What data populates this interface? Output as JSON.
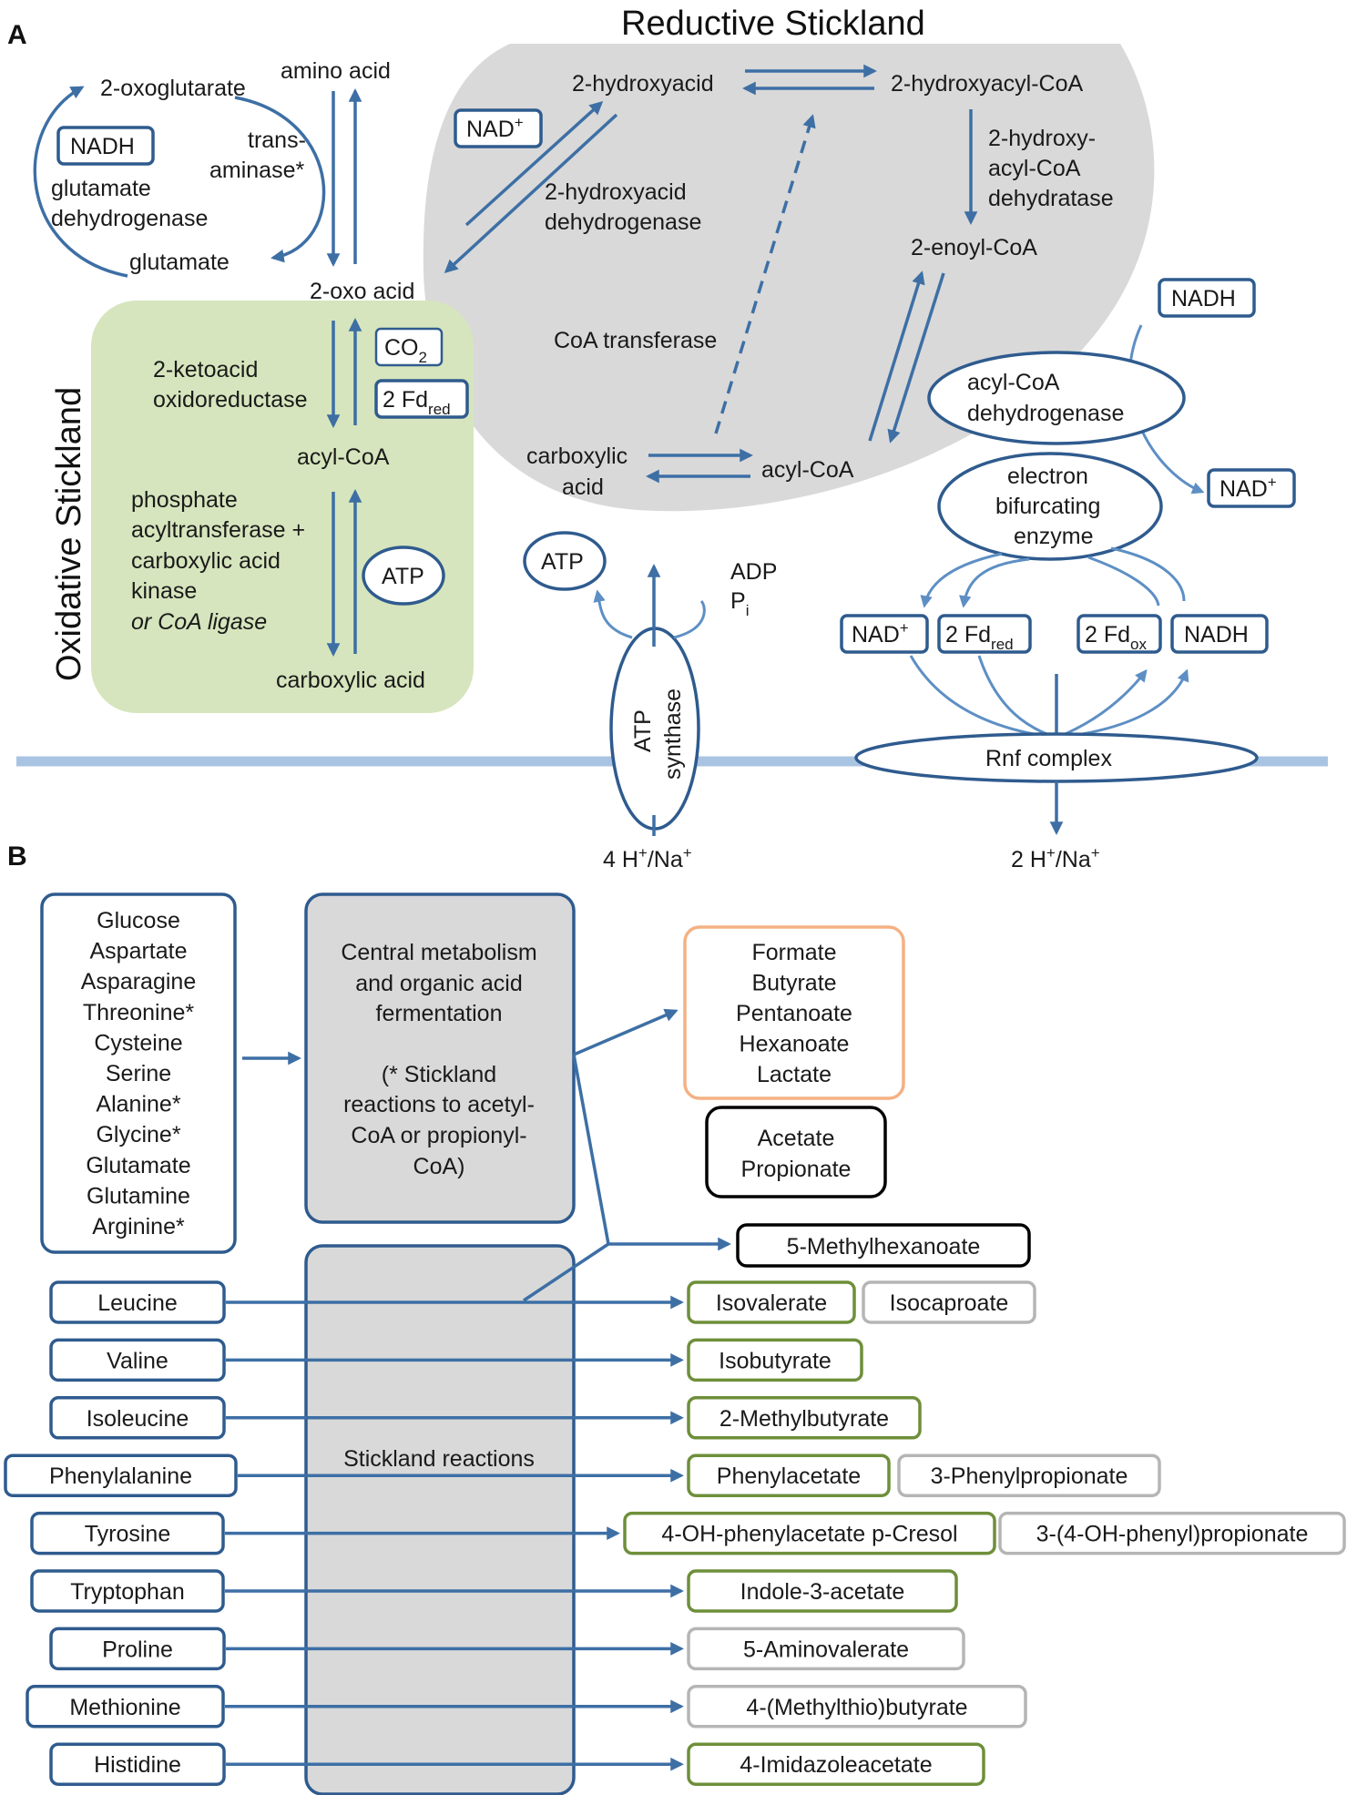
{
  "panel_a": {
    "letter": "A",
    "title_reductive": "Reductive Stickland",
    "title_oxidative": "Oxidative Stickland",
    "two_oxoglutarate": "2-oxoglutarate",
    "amino_acid": "amino acid",
    "nadh": "NADH",
    "trans": "trans-",
    "aminase": "aminase*",
    "glutamate_dh_1": "glutamate",
    "glutamate_dh_2": "dehydrogenase",
    "glutamate": "glutamate",
    "two_oxo_acid": "2-oxo acid",
    "nad_plus": "NAD",
    "plus": "+",
    "hydroxyacid": "2-hydroxyacid",
    "hydroxyacyl_coa": "2-hydroxyacyl-CoA",
    "hydroxyacid_dh_1": "2-hydroxyacid",
    "hydroxyacid_dh_2": "dehydrogenase",
    "dehydratase_1": "2-hydroxy-",
    "dehydratase_2": "acyl-CoA",
    "dehydratase_3": "dehydratase",
    "enoyl_coa": "2-enoyl-CoA",
    "coa_transferase": "CoA transferase",
    "co2": "CO",
    "co2_sub": "2",
    "ketoacid_1": "2-ketoacid",
    "ketoacid_2": "oxidoreductase",
    "fd_red": "2 Fd",
    "sub_red": "red",
    "sub_ox": "ox",
    "fd_ox": "2 Fd",
    "acyl_coa": "acyl-CoA",
    "carboxylic_acid_1": "carboxylic",
    "carboxylic_acid_2": "acid",
    "acyl_coa_dh_1": "acyl-CoA",
    "acyl_coa_dh_2": "dehydrogenase",
    "ebe_1": "electron",
    "ebe_2": "bifurcating",
    "ebe_3": "enzyme",
    "pta_1": "phosphate",
    "pta_2": "acyltransferase +",
    "pta_3": "carboxylic acid",
    "pta_4": "kinase",
    "pta_5": "or CoA ligase",
    "atp": "ATP",
    "adp": "ADP",
    "pi": "P",
    "pi_sub": "i",
    "carboxylic_acid": "carboxylic acid",
    "atp_synthase_1": "ATP",
    "atp_synthase_2": "synthase",
    "rnf": "Rnf complex",
    "ion_left": "4 H",
    "ion_right": "2 H",
    "ion_suffix": "/Na",
    "colors": {
      "blue": "#2f5b8e",
      "arrow": "#3d6fa5",
      "gray": "#d9d9d9",
      "green": "#d6e5bd",
      "membrane": "#a9c4e3"
    }
  },
  "panel_b": {
    "letter": "B",
    "substrates": [
      "Glucose",
      "Aspartate",
      "Asparagine",
      "Threonine*",
      "Cysteine",
      "Serine",
      "Alanine*",
      "Glycine*",
      "Glutamate",
      "Glutamine",
      "Arginine*"
    ],
    "central_1": "Central metabolism",
    "central_2": "and organic acid",
    "central_3": "fermentation",
    "central_4": "(* Stickland",
    "central_5": "reactions to acetyl-",
    "central_6": "CoA or propionyl-",
    "central_7": "CoA)",
    "stickland": "Stickland reactions",
    "products_orange": [
      "Formate",
      "Butyrate",
      "Pentanoate",
      "Hexanoate",
      "Lactate"
    ],
    "products_black": [
      "Acetate",
      "Propionate"
    ],
    "methylhexanoate": "5-Methylhexanoate",
    "amino_acids": [
      "Leucine",
      "Valine",
      "Isoleucine",
      "Phenylalanine",
      "Tyrosine",
      "Tryptophan",
      "Proline",
      "Methionine",
      "Histidine"
    ],
    "green_products": [
      "Isovalerate",
      "Isobutyrate",
      "2-Methylbutyrate",
      "Phenylacetate",
      "4-OH-phenylacetate  p-Cresol",
      "Indole-3-acetate",
      "4-Imidazoleacetate"
    ],
    "gray_products": [
      "Isocaproate",
      "3-Phenylpropionate",
      "3-(4-OH-phenyl)propionate",
      "5-Aminovalerate",
      "4-(Methylthio)butyrate"
    ],
    "colors": {
      "orange": "#f4b183",
      "green": "#6e8f3a",
      "gray": "#b5b5b5",
      "black": "#000000"
    }
  }
}
